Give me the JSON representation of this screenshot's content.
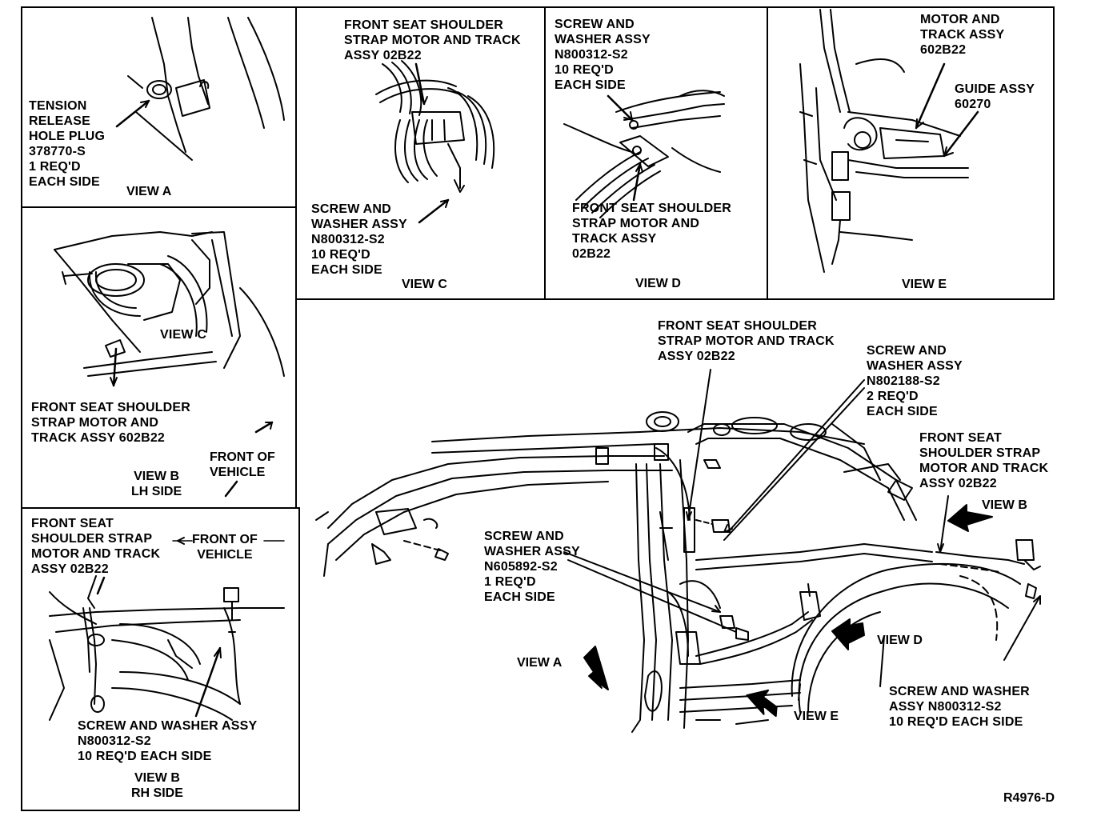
{
  "view_a": {
    "callout": "TENSION\nRELEASE\nHOLE PLUG\n378770-S\n1 REQ'D\nEACH SIDE",
    "caption": "VIEW A"
  },
  "view_b_lh": {
    "marker": "VIEW C",
    "callout": "FRONT SEAT SHOULDER\nSTRAP MOTOR AND\nTRACK ASSY 602B22",
    "front_label": "FRONT OF\nVEHICLE",
    "caption": "VIEW B\nLH SIDE"
  },
  "view_b_rh": {
    "callout_motor": "FRONT SEAT\nSHOULDER STRAP\nMOTOR AND TRACK\nASSY 02B22",
    "front_label": "FRONT OF\nVEHICLE",
    "callout_screw": "SCREW AND WASHER ASSY\nN800312-S2\n10 REQ'D EACH SIDE",
    "caption": "VIEW B\nRH SIDE"
  },
  "view_c": {
    "callout_motor": "FRONT SEAT SHOULDER\nSTRAP MOTOR AND TRACK\nASSY 02B22",
    "callout_screw": "SCREW AND\nWASHER ASSY\nN800312-S2\n10 REQ'D\nEACH SIDE",
    "caption": "VIEW C"
  },
  "view_d": {
    "callout_screw": "SCREW AND\nWASHER ASSY\nN800312-S2\n10 REQ'D\nEACH SIDE",
    "callout_motor": "FRONT SEAT SHOULDER\nSTRAP MOTOR AND\nTRACK ASSY\n02B22",
    "caption": "VIEW D"
  },
  "view_e": {
    "callout_motor": "MOTOR AND\nTRACK ASSY\n602B22",
    "callout_guide": "GUIDE ASSY\n60270",
    "caption": "VIEW E"
  },
  "main": {
    "callout_motor_top": "FRONT SEAT SHOULDER\nSTRAP MOTOR AND TRACK\nASSY 02B22",
    "callout_screw_top": "SCREW AND\nWASHER ASSY\nN802188-S2\n2 REQ'D\nEACH SIDE",
    "callout_motor_right": "FRONT SEAT\nSHOULDER STRAP\nMOTOR AND TRACK\nASSY 02B22",
    "callout_screw_mid": "SCREW AND\nWASHER ASSY\nN605892-S2\n1 REQ'D\nEACH SIDE",
    "callout_screw_right": "SCREW AND WASHER\nASSY N800312-S2\n10 REQ'D EACH SIDE",
    "view_b": "VIEW B",
    "view_a": "VIEW A",
    "view_d": "VIEW D",
    "view_e": "VIEW E",
    "ref": "R4976-D"
  }
}
